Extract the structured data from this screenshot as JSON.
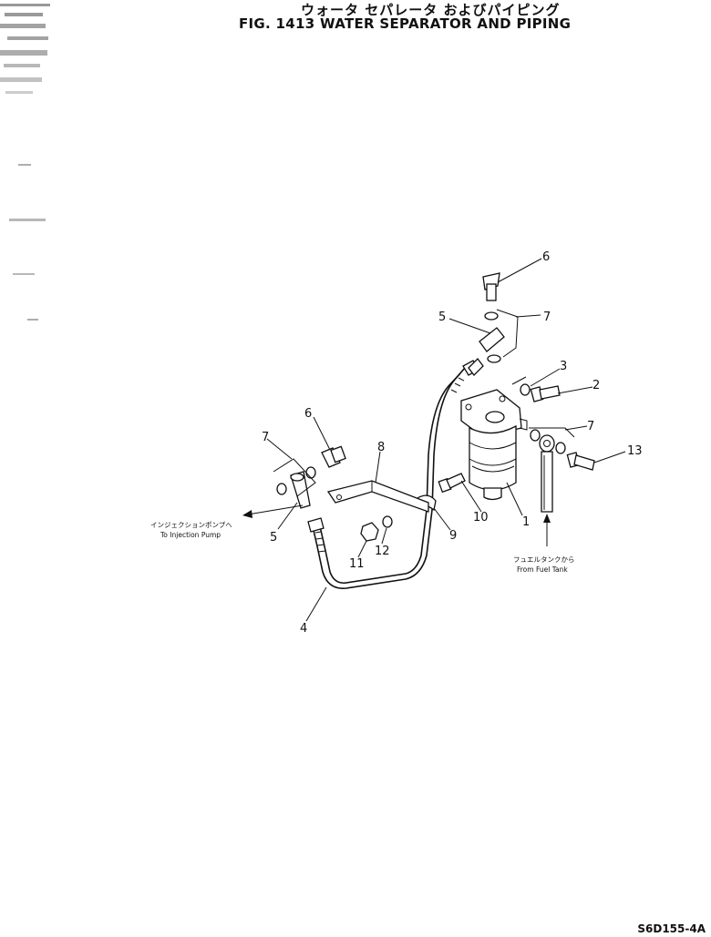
{
  "title": {
    "japanese": "ウォータ セパレータ およびパイピング",
    "english": "FIG. 1413 WATER SEPARATOR AND PIPING"
  },
  "drawing_code": "S6D155-4A",
  "notes": {
    "to_pump_jp": "インジェクションポンプへ",
    "to_pump_en": "To Injection Pump",
    "from_tank_jp": "フュエルタンクから",
    "from_tank_en": "From Fuel Tank"
  },
  "callouts": {
    "c1": "1",
    "c2": "2",
    "c3": "3",
    "c4": "4",
    "c5a": "5",
    "c5b": "5",
    "c6a": "6",
    "c6b": "6",
    "c7a": "7",
    "c7b": "7",
    "c7c": "7",
    "c8": "8",
    "c9": "9",
    "c10": "10",
    "c11": "11",
    "c12": "12",
    "c13": "13"
  }
}
